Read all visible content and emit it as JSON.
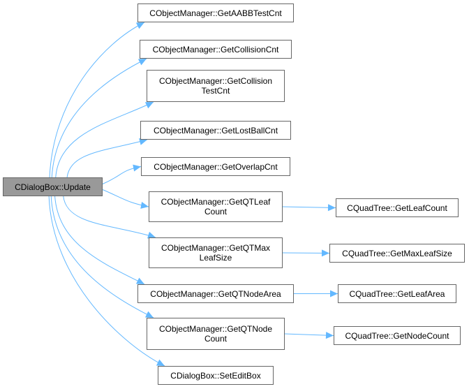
{
  "diagram": {
    "type": "call-graph",
    "edge_color": "#63b8ff",
    "root_fill": "#999999",
    "node_border": "#666666",
    "nodes": [
      {
        "id": "update",
        "label": "CDialogBox::Update",
        "root": true
      },
      {
        "id": "aabb",
        "label": "CObjectManager::GetAABBTestCnt"
      },
      {
        "id": "coll",
        "label": "CObjectManager::GetCollisionCnt"
      },
      {
        "id": "colltest",
        "label": "CObjectManager::GetCollision\nTestCnt"
      },
      {
        "id": "lostball",
        "label": "CObjectManager::GetLostBallCnt"
      },
      {
        "id": "overlap",
        "label": "CObjectManager::GetOverlapCnt"
      },
      {
        "id": "qtleaf",
        "label": "CObjectManager::GetQTLeaf\nCount"
      },
      {
        "id": "qtmax",
        "label": "CObjectManager::GetQTMax\nLeafSize"
      },
      {
        "id": "qtarea",
        "label": "CObjectManager::GetQTNodeArea"
      },
      {
        "id": "qtnode",
        "label": "CObjectManager::GetQTNode\nCount"
      },
      {
        "id": "seteditbox",
        "label": "CDialogBox::SetEditBox"
      },
      {
        "id": "qt_leafcount",
        "label": "CQuadTree::GetLeafCount"
      },
      {
        "id": "qt_maxleaf",
        "label": "CQuadTree::GetMaxLeafSize"
      },
      {
        "id": "qt_leafarea",
        "label": "CQuadTree::GetLeafArea"
      },
      {
        "id": "qt_nodecount",
        "label": "CQuadTree::GetNodeCount"
      }
    ],
    "edges": [
      {
        "from": "update",
        "to": "aabb"
      },
      {
        "from": "update",
        "to": "coll"
      },
      {
        "from": "update",
        "to": "colltest"
      },
      {
        "from": "update",
        "to": "lostball"
      },
      {
        "from": "update",
        "to": "overlap"
      },
      {
        "from": "update",
        "to": "qtleaf"
      },
      {
        "from": "update",
        "to": "qtmax"
      },
      {
        "from": "update",
        "to": "qtarea"
      },
      {
        "from": "update",
        "to": "qtnode"
      },
      {
        "from": "update",
        "to": "seteditbox"
      },
      {
        "from": "qtleaf",
        "to": "qt_leafcount"
      },
      {
        "from": "qtmax",
        "to": "qt_maxleaf"
      },
      {
        "from": "qtarea",
        "to": "qt_leafarea"
      },
      {
        "from": "qtnode",
        "to": "qt_nodecount"
      }
    ]
  }
}
